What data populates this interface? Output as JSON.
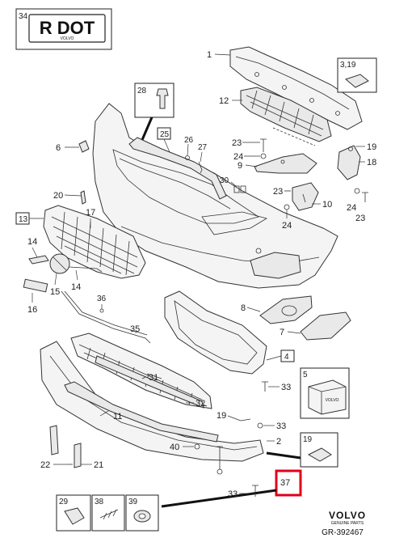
{
  "plate": {
    "callout": "34",
    "text": "R DOT",
    "brand": "VOLVO"
  },
  "callouts": {
    "c1": "1",
    "c3_19": "3,19",
    "c28": "28",
    "c12": "12",
    "c25": "25",
    "c26": "26",
    "c27": "27",
    "c6": "6",
    "c23a": "23",
    "c24a": "24",
    "c9": "9",
    "c19a": "19",
    "c18": "18",
    "c30": "30",
    "c20": "20",
    "c23b": "23",
    "c10": "10",
    "c24b": "24",
    "c23c": "23",
    "c24c": "24",
    "c13": "13",
    "c17": "17",
    "c14a": "14",
    "c14b": "14",
    "c15": "15",
    "c16": "16",
    "c36": "36",
    "c8": "8",
    "c7": "7",
    "c35": "35",
    "c4": "4",
    "c31": "31",
    "c33a": "33",
    "c5": "5",
    "c32": "32",
    "c11": "11",
    "c19b": "19",
    "c33b": "33",
    "c2": "2",
    "c40": "40",
    "c19c": "19",
    "c22": "22",
    "c21": "21",
    "c37": "37",
    "c29": "29",
    "c38": "38",
    "c39": "39",
    "c33c": "33"
  },
  "footer": {
    "brand": "VOLVO",
    "brand_sub": "GENUINE PARTS",
    "reference": "GR-392467"
  },
  "colors": {
    "line": "#333333",
    "highlight": "#e0001b",
    "background": "#ffffff"
  }
}
